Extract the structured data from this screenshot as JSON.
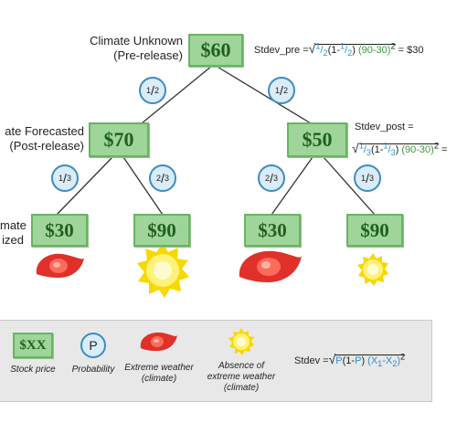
{
  "tree": {
    "root": {
      "label_line1": "Climate Unknown",
      "label_line2": "(Pre-release)",
      "price": "$60"
    },
    "mid_label_line1": "ate Forecasted",
    "mid_label_line2": "(Post-release)",
    "left": {
      "price": "$70",
      "prob_from_root": "1/2"
    },
    "right": {
      "price": "$50",
      "prob_from_root": "1/2"
    },
    "leaf_label_line1": "mate",
    "leaf_label_line2": "ized",
    "leaves": [
      {
        "price": "$30",
        "prob": "1/3",
        "icon": "extreme-weather-icon"
      },
      {
        "price": "$90",
        "prob": "2/3",
        "icon": "sun-icon"
      },
      {
        "price": "$30",
        "prob": "2/3",
        "icon": "extreme-weather-icon"
      },
      {
        "price": "$90",
        "prob": "1/3",
        "icon": "sun-icon"
      }
    ]
  },
  "formulas": {
    "stdev_pre_label": "Stdev_pre =",
    "stdev_pre_result": "= $30",
    "stdev_post_label": "Stdev_post =",
    "stdev_post_result": "="
  },
  "legend": {
    "stock_symbol": "$XX",
    "stock_caption": "Stock price",
    "prob_symbol": "P",
    "prob_caption": "Probability",
    "extreme_caption_line1": "Extreme weather",
    "extreme_caption_line2": "(climate)",
    "absence_caption_line1": "Absence of",
    "absence_caption_line2": "extreme weather",
    "absence_caption_line3": "(climate)",
    "stdev_label": "Stdev ="
  },
  "colors": {
    "price_fill": "#9fd49a",
    "price_border": "#68b461",
    "prob_fill": "#d9ecf8",
    "prob_border": "#3a8cc4",
    "fraction_blue": "#2f8fcf",
    "fraction_green": "#3a9a3a",
    "extreme_red": "#e0302a",
    "sun_yellow": "#f7d800"
  }
}
